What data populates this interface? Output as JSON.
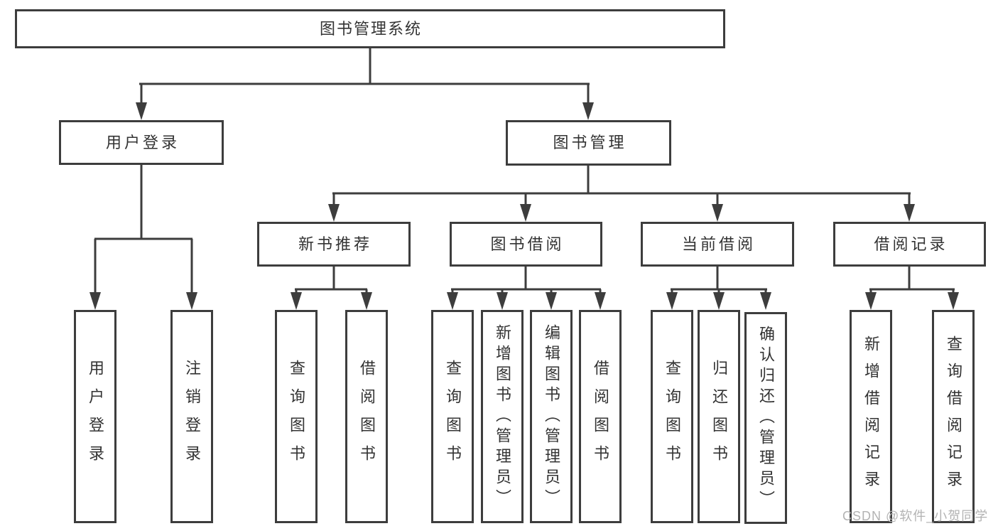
{
  "diagram": {
    "title": "图书管理系统",
    "level2": {
      "user_login": "用户登录",
      "book_mgmt": "图书管理"
    },
    "level3": {
      "new_books": "新书推荐",
      "book_borrow": "图书借阅",
      "current_borrow": "当前借阅",
      "borrow_records": "借阅记录"
    },
    "leaves": {
      "user_login": [
        "用户登录",
        "注销登录"
      ],
      "new_books": [
        "查询图书",
        "借阅图书"
      ],
      "book_borrow": [
        "查询图书",
        "新增图书（管理员）",
        "编辑图书（管理员）",
        "借阅图书"
      ],
      "current_borrow": [
        "查询图书",
        "归还图书",
        "确认归还（管理员）"
      ],
      "borrow_records": [
        "新增借阅记录",
        "查询借阅记录"
      ]
    }
  },
  "watermark": "CSDN @软件_小贺同学",
  "colors": {
    "line": "#3d3d3d",
    "text": "#333333",
    "watermark": "#b3b3b3",
    "background": "#ffffff"
  }
}
